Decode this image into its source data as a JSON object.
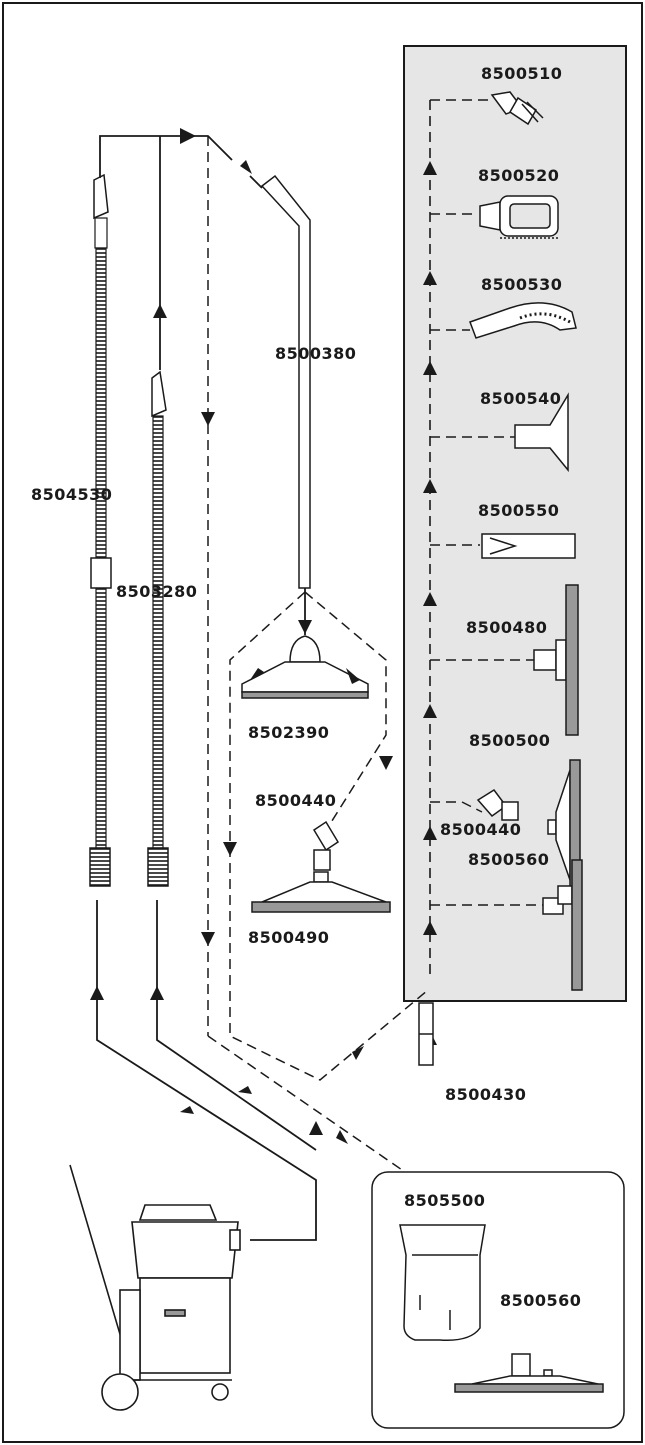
{
  "diagram": {
    "colors": {
      "background": "#ffffff",
      "ink": "#1a1a1a",
      "panel": "#e6e6e6",
      "part_fill": "#ffffff",
      "part_shade": "#999999"
    },
    "parts": {
      "hose_long": "8504530",
      "hose_short": "8503280",
      "wand": "8500380",
      "floor_tool_wide": "8502390",
      "swivel_adapter": "8500440",
      "floor_tool_narrow": "8500490",
      "upholstery_brush": "8500510",
      "stair_tool": "8500520",
      "hand_tool": "8500530",
      "upholstery_tool": "8500540",
      "crevice_tool": "8500550",
      "floor_wand_tool": "8500480",
      "squeegee_tool": "8500500",
      "swivel_adapter_2": "8500440",
      "hard_floor_tool": "8500560",
      "wand_coupler": "8500430",
      "filter_bag": "8505500",
      "hard_floor_tool_2": "8500560"
    }
  }
}
